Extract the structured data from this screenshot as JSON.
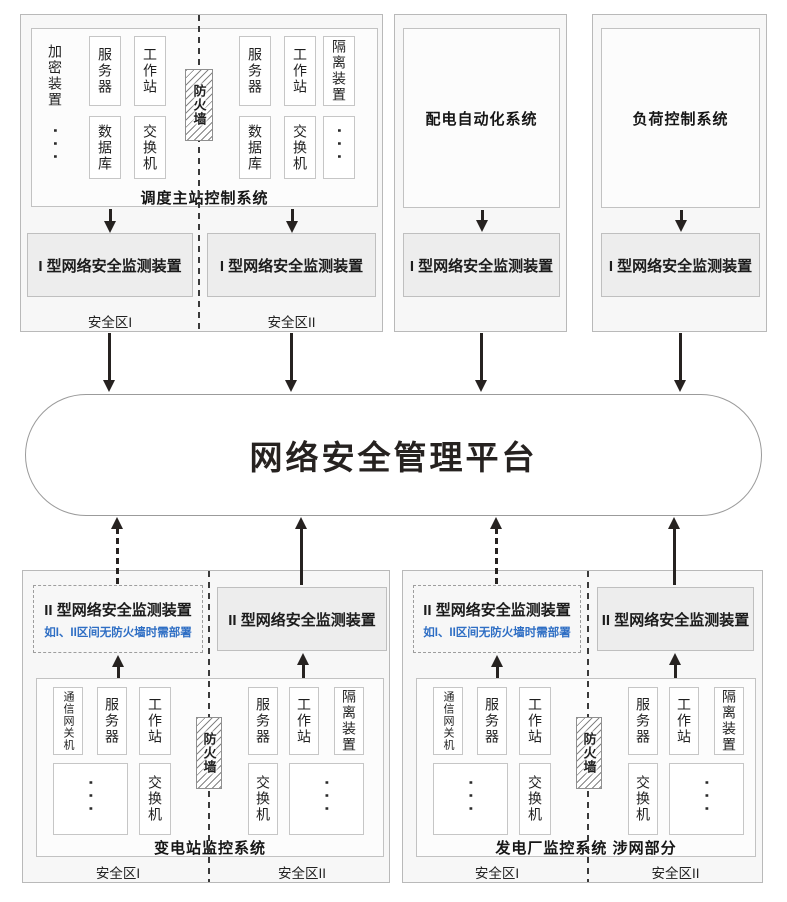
{
  "platform": {
    "label": "网络安全管理平台"
  },
  "shared": {
    "type1_device": "I 型网络安全监测装置",
    "type2_device": "II 型网络安全监测装置",
    "type2_note": "如I、II区间无防火墙时需部署",
    "zone1": "安全区I",
    "zone2": "安全区II",
    "firewall": "防火墙",
    "dots": "···"
  },
  "equipment": {
    "encryption": "加密装置",
    "server": "服务器",
    "workstation": "工作站",
    "database": "数据库",
    "switch": "交换机",
    "isolation": "隔离装置",
    "gateway": "通信网关机"
  },
  "sections": {
    "dispatch": {
      "title": "调度主站控制系统"
    },
    "distribution": {
      "title": "配电自动化系统"
    },
    "load_control": {
      "title": "负荷控制系统"
    },
    "substation": {
      "title": "变电站监控系统"
    },
    "power_plant": {
      "title": "发电厂监控系统 涉网部分"
    }
  },
  "colors": {
    "accent_blue": "#2e6ec4",
    "arrow": "#262220",
    "box_border": "#c2c2c2",
    "section_bg": "#f7f7f7",
    "device_box_bg": "#ededed"
  }
}
